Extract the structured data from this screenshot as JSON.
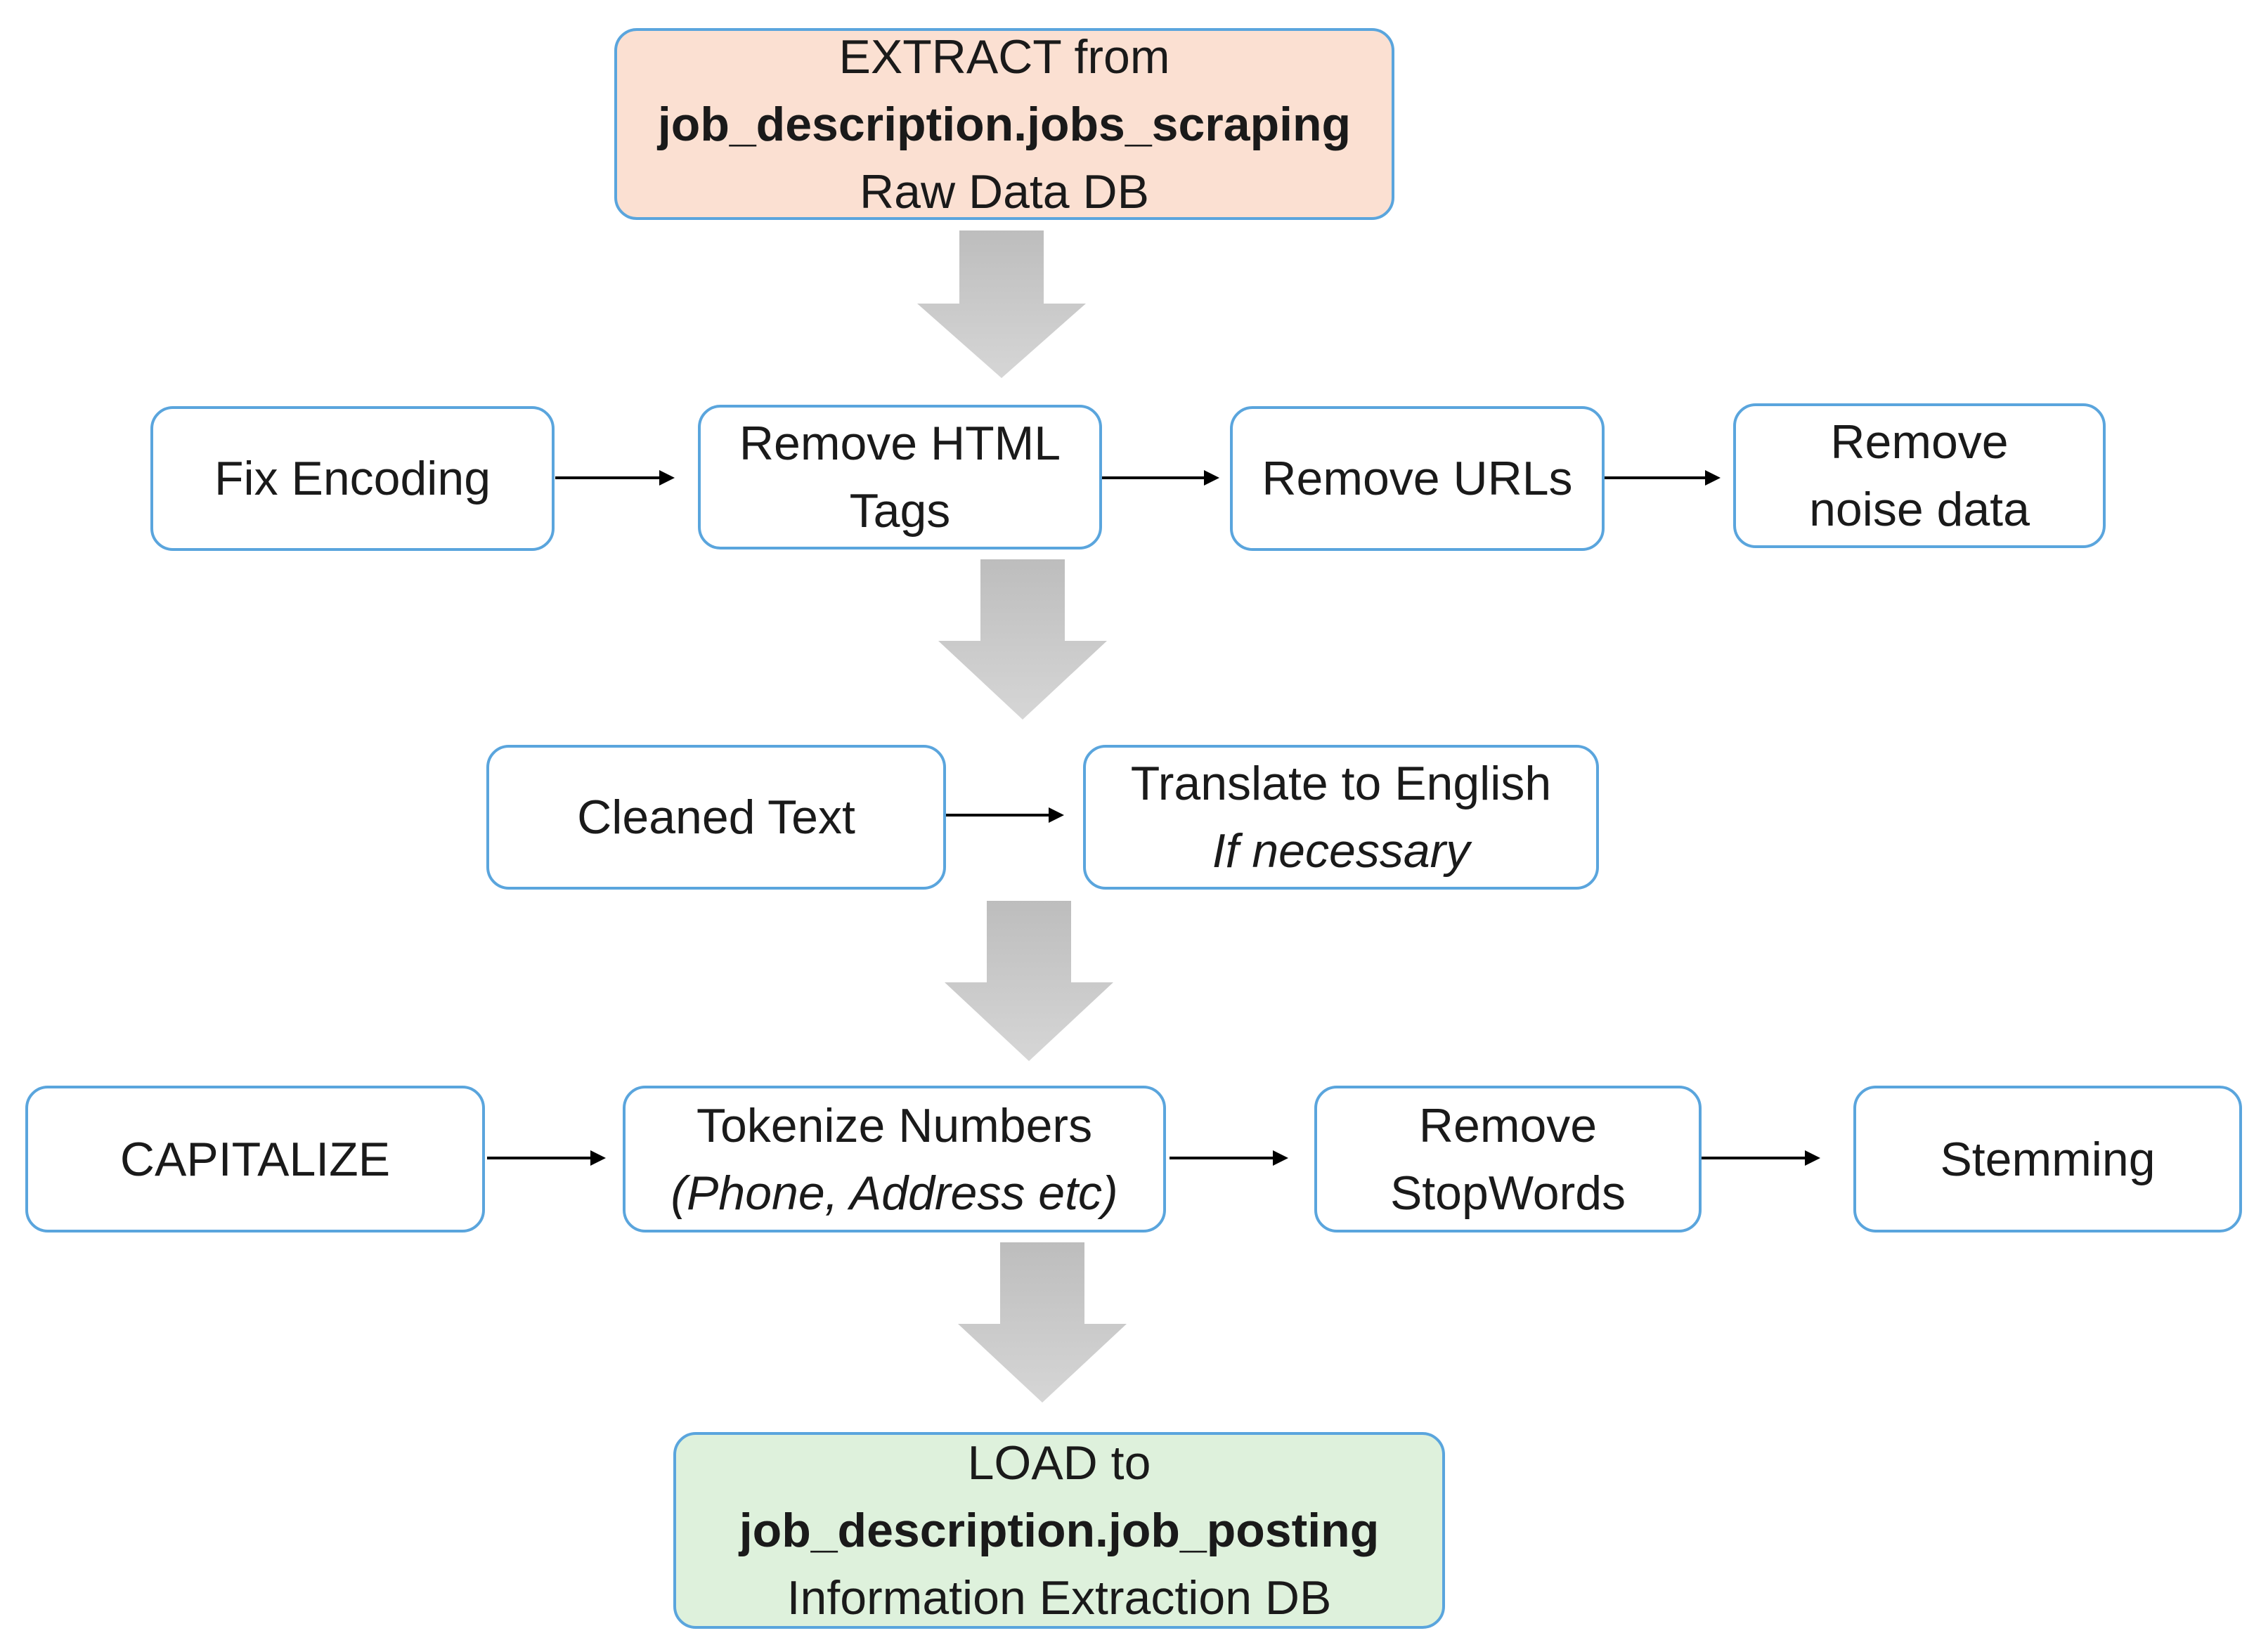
{
  "extract": {
    "line1": "EXTRACT from",
    "line2": "job_description.jobs_scraping",
    "line3": "Raw Data DB"
  },
  "row1": {
    "fix_encoding": "Fix Encoding",
    "remove_html_line1": "Remove HTML",
    "remove_html_line2": "Tags",
    "remove_urls": "Remove URLs",
    "remove_noise_line1": "Remove",
    "remove_noise_line2": "noise data"
  },
  "row2": {
    "cleaned_text": "Cleaned Text",
    "translate_line1": "Translate to English",
    "translate_line2": "If necessary"
  },
  "row3": {
    "capitalize": "CAPITALIZE",
    "tokenize_line1": "Tokenize Numbers",
    "tokenize_line2": "(Phone, Address etc)",
    "stopwords_line1": "Remove",
    "stopwords_line2": "StopWords",
    "stemming": "Stemming"
  },
  "load": {
    "line1": "LOAD to",
    "line2": "job_description.job_posting",
    "line3": "Information Extraction DB"
  },
  "colors": {
    "box_border": "#5aa5dd",
    "extract_fill": "#fbe0d2",
    "load_fill": "#def1dc",
    "big_arrow": "#c8c8c8"
  }
}
